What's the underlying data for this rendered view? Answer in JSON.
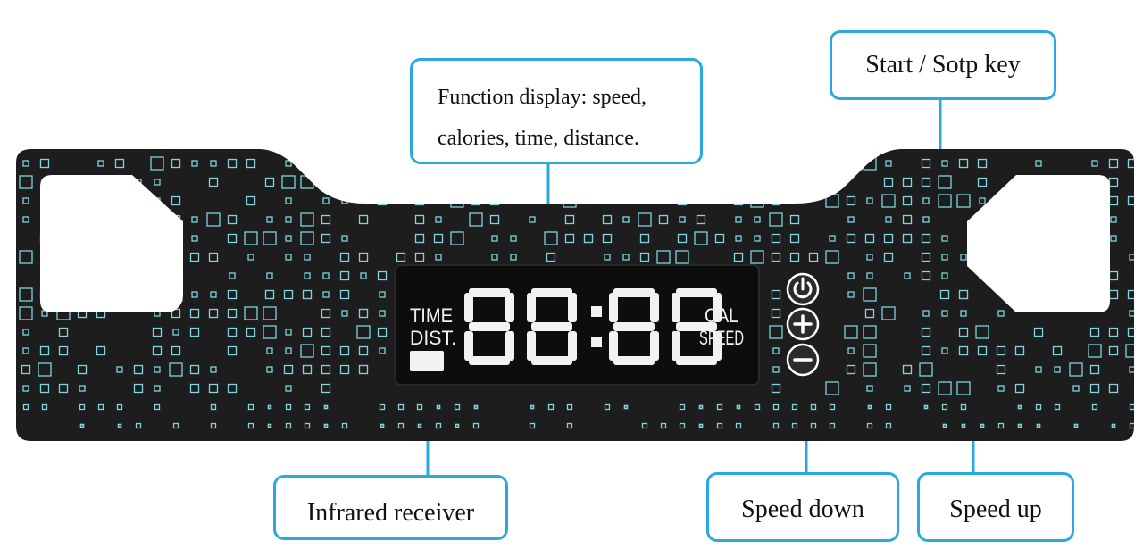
{
  "callouts": {
    "function_display_line1": "Function display: speed,",
    "function_display_line2": "calories, time, distance.",
    "start_stop_key": "Start / Sotp key",
    "infrared_receiver": "Infrared receiver",
    "speed_down": "Speed down",
    "speed_up": "Speed up"
  },
  "display": {
    "left_label_1": "TIME",
    "left_label_2": "DIST.",
    "digits": "88:88",
    "right_label_1": "CAL",
    "right_label_2": "SPEED"
  },
  "colors": {
    "accent": "#29a9e0",
    "panel": "#1d1d1d",
    "pattern": "#7fd4e0",
    "display_bg": "#0d0d0d"
  },
  "icons": {
    "start_stop": "power-icon",
    "speed_up": "plus-icon",
    "speed_down": "minus-icon"
  }
}
